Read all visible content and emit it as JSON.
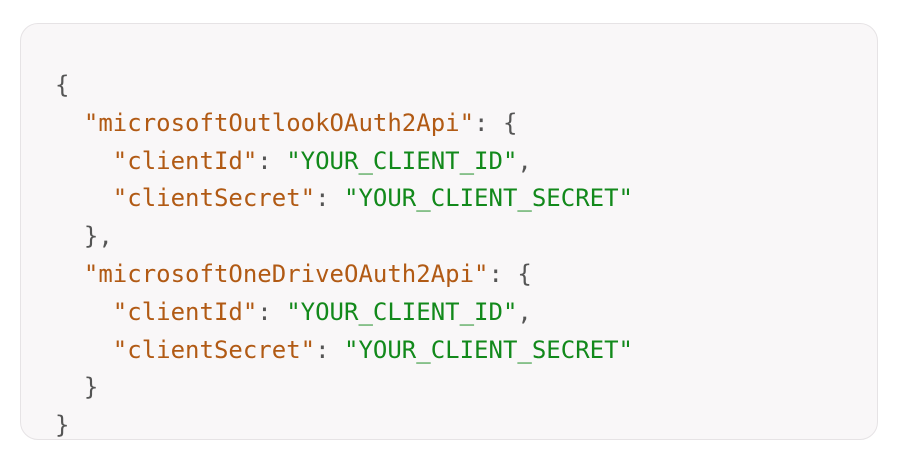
{
  "code": {
    "open_brace": "{",
    "close_brace": "}",
    "inner_close": "}",
    "inner_close_comma": "},",
    "colon": ":",
    "comma": ",",
    "quote": "\"",
    "objects": [
      {
        "key": "microsoftOutlookOAuth2Api",
        "fields": [
          {
            "key": "clientId",
            "value": "YOUR_CLIENT_ID"
          },
          {
            "key": "clientSecret",
            "value": "YOUR_CLIENT_SECRET"
          }
        ]
      },
      {
        "key": "microsoftOneDriveOAuth2Api",
        "fields": [
          {
            "key": "clientId",
            "value": "YOUR_CLIENT_ID"
          },
          {
            "key": "clientSecret",
            "value": "YOUR_CLIENT_SECRET"
          }
        ]
      }
    ]
  },
  "colors": {
    "key": "#b15a14",
    "string": "#12891b",
    "punctuation": "#555555",
    "background": "#f9f7f8"
  }
}
